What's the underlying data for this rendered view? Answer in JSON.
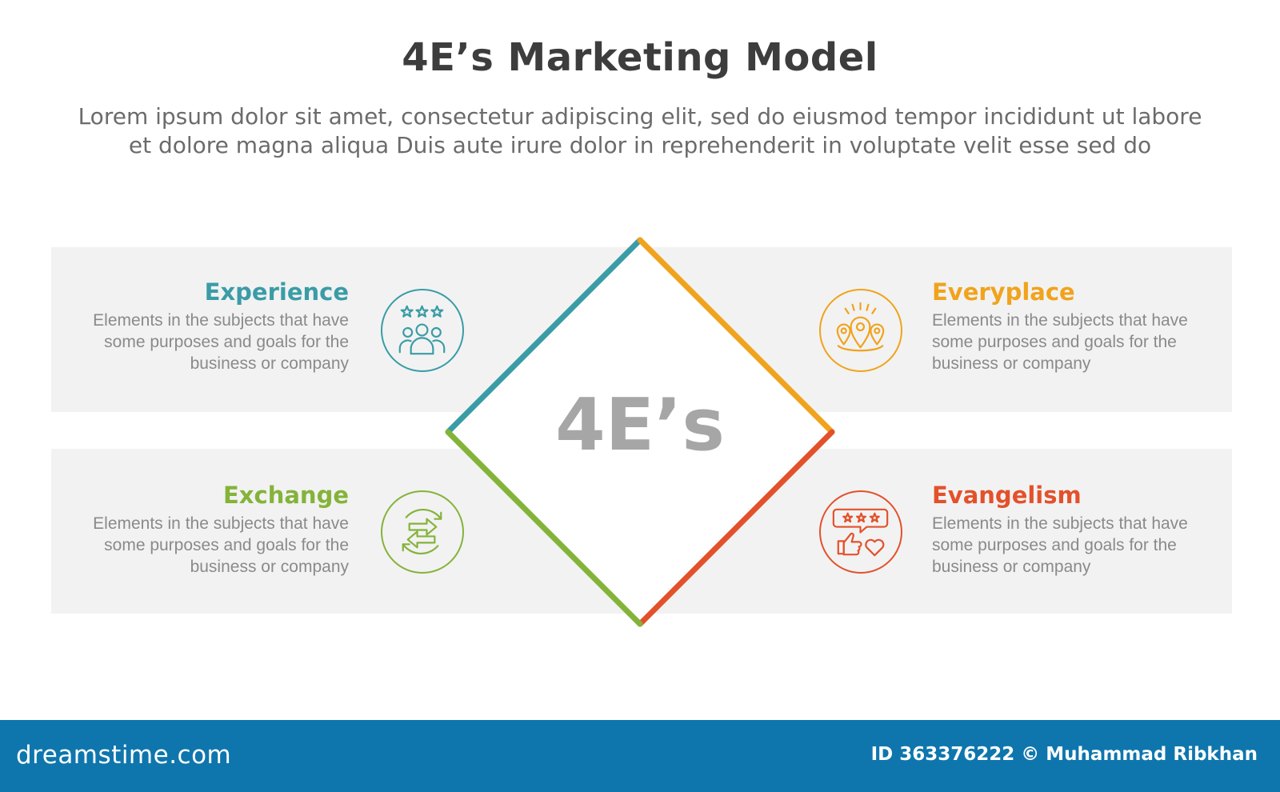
{
  "header": {
    "title": "4E’s Marketing Model",
    "subtitle_line1": "Lorem ipsum dolor sit amet, consectetur adipiscing elit, sed do eiusmod tempor incididunt ut labore",
    "subtitle_line2": "et dolore magna aliqua Duis aute irure dolor in reprehenderit in voluptate velit esse sed do"
  },
  "center": {
    "label": "4E’s"
  },
  "colors": {
    "experience": "#3a9ca6",
    "everyplace": "#f0a31c",
    "exchange": "#84b33a",
    "evangelism": "#e3512b",
    "band": "#f2f2f2",
    "footer": "#0e76ad"
  },
  "items": {
    "experience": {
      "label": "Experience",
      "desc_line1": "Elements in the subjects that have",
      "desc_line2": "some purposes and goals for the",
      "desc_line3": "business or company",
      "icon": "team-rating-icon"
    },
    "everyplace": {
      "label": "Everyplace",
      "desc_line1": "Elements in the subjects that have",
      "desc_line2": "some purposes and goals for the",
      "desc_line3": "business or company",
      "icon": "location-pins-icon"
    },
    "exchange": {
      "label": "Exchange",
      "desc_line1": "Elements in the subjects that have",
      "desc_line2": "some purposes and goals for the",
      "desc_line3": "business or company",
      "icon": "exchange-arrows-icon"
    },
    "evangelism": {
      "label": "Evangelism",
      "desc_line1": "Elements in the subjects that have",
      "desc_line2": "some purposes and goals for the",
      "desc_line3": "business or company",
      "icon": "review-like-icon"
    }
  },
  "footer": {
    "logo": "dreamstime.com",
    "credit": "ID 363376222 © Muhammad Ribkhan"
  }
}
